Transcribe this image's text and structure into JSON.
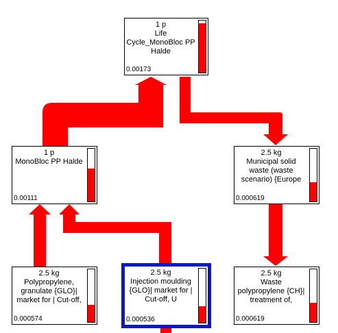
{
  "colors": {
    "flow": "#ff0000",
    "selected_border": "#0a19c8",
    "bar_fill": "#ff0000"
  },
  "nodes": [
    {
      "id": "life-cycle",
      "lines": [
        "1 p",
        "Life",
        "Cycle_MonoBloc PP",
        "Halde"
      ],
      "score": "0.00173",
      "bar_fraction": 0.95,
      "selected": false
    },
    {
      "id": "monobloc",
      "lines": [
        "1 p",
        "MonoBloc PP Halde"
      ],
      "score": "0.00111",
      "bar_fraction": 0.63,
      "selected": false
    },
    {
      "id": "municipal-waste",
      "lines": [
        "2.5 kg",
        "Municipal solid",
        "waste (waste",
        "scenario) {Europe"
      ],
      "score": "0.000619",
      "bar_fraction": 0.36,
      "selected": false
    },
    {
      "id": "polypropylene",
      "lines": [
        "2.5 kg",
        "Polypropylene,",
        "granulate {GLO}|",
        "market for | Cut-off,"
      ],
      "score": "0.000574",
      "bar_fraction": 0.33,
      "selected": false
    },
    {
      "id": "injection-moulding",
      "lines": [
        "2.5 kg",
        "Injection moulding",
        "{GLO}| market for |",
        "Cut-off, U"
      ],
      "score": "0.000536",
      "bar_fraction": 0.31,
      "selected": true
    },
    {
      "id": "waste-polypropylene",
      "lines": [
        "2.5 kg",
        "Waste",
        "polypropylene {CH}|",
        "treatment of,"
      ],
      "score": "0.000619",
      "bar_fraction": 0.36,
      "selected": false
    }
  ]
}
